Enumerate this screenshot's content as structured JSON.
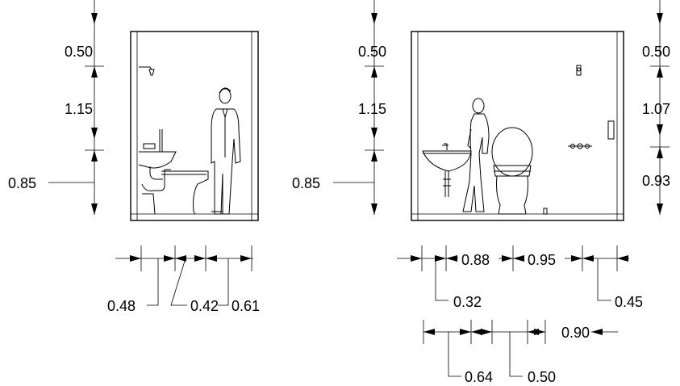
{
  "elevation_left": {
    "vertical_dims": {
      "top": "0.50",
      "mid": "1.15",
      "bottom": "0.85"
    },
    "horizontal_dims": {
      "a": "0.48",
      "b": "0.42",
      "c": "0.61"
    }
  },
  "elevation_right": {
    "vertical_dims_left": {
      "top": "0.50",
      "mid": "1.15",
      "bottom": "0.85"
    },
    "vertical_dims_right": {
      "top": "0.50",
      "mid": "1.07",
      "bottom": "0.93"
    },
    "horizontal_dims_row1": {
      "a": "0.88",
      "b": "0.95",
      "c": "0.32",
      "d": "0.45"
    },
    "horizontal_dims_row2": {
      "a": "0.90",
      "b": "0.64",
      "c": "0.50"
    }
  }
}
